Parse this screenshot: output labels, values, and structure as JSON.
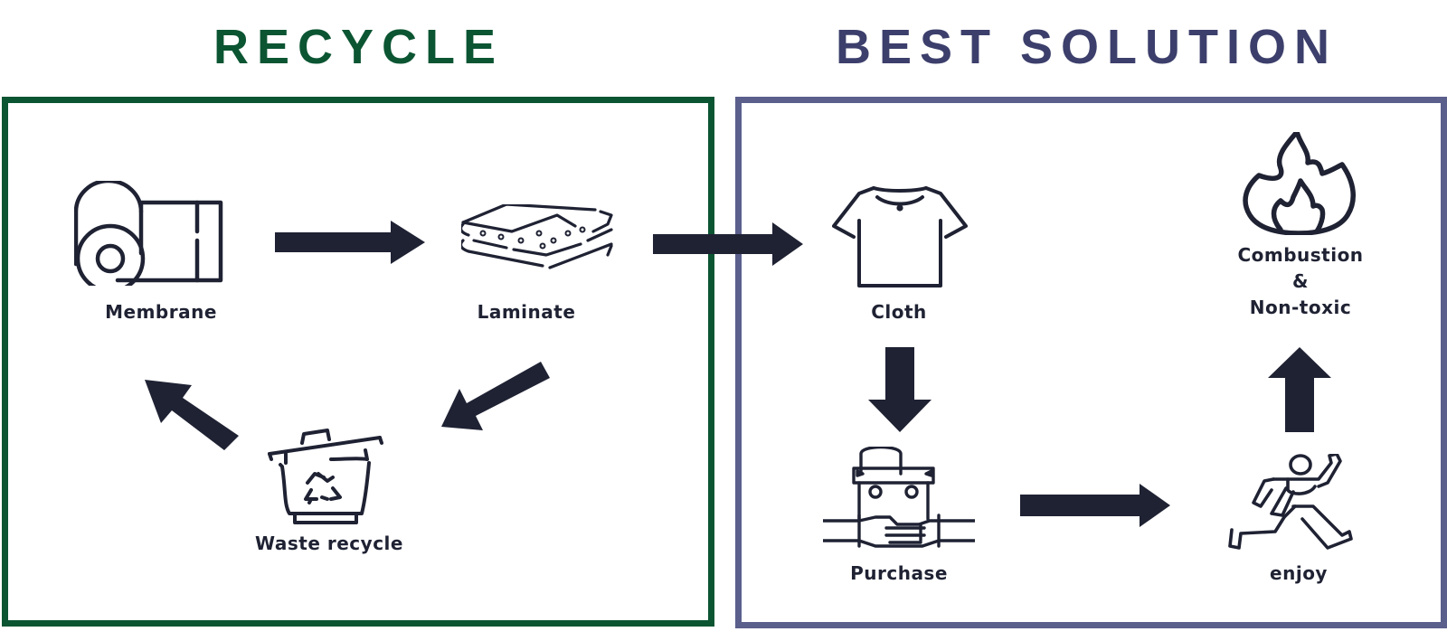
{
  "titles": {
    "recycle": "RECYCLE",
    "best_solution": "BEST SOLUTION"
  },
  "colors": {
    "recycle_green": "#0b5532",
    "best_slate": "#5a5f8c",
    "best_title": "#3c3f6b",
    "icon_ink": "#1f2233"
  },
  "recycle": {
    "nodes": [
      {
        "id": "membrane",
        "label": "Membrane",
        "icon": "film-roll-icon"
      },
      {
        "id": "laminate",
        "label": "Laminate",
        "icon": "layered-sheets-icon"
      },
      {
        "id": "waste",
        "label": "Waste recycle",
        "icon": "recycle-bin-icon"
      }
    ],
    "flow": [
      "Membrane → Laminate",
      "Laminate → Waste recycle",
      "Waste recycle → Membrane"
    ]
  },
  "best": {
    "nodes": [
      {
        "id": "cloth",
        "label": "Cloth",
        "icon": "t-shirt-icon"
      },
      {
        "id": "purchase",
        "label": "Purchase",
        "icon": "shopping-handshake-icon"
      },
      {
        "id": "enjoy",
        "label": "enjoy",
        "icon": "running-person-icon"
      },
      {
        "id": "combustion",
        "label_lines": [
          "Combustion",
          "&",
          "Non-toxic"
        ],
        "icon": "flame-icon"
      }
    ],
    "flow": [
      "Laminate → Cloth",
      "Cloth → Purchase",
      "Purchase → enjoy",
      "enjoy → Combustion & Non-toxic"
    ]
  }
}
